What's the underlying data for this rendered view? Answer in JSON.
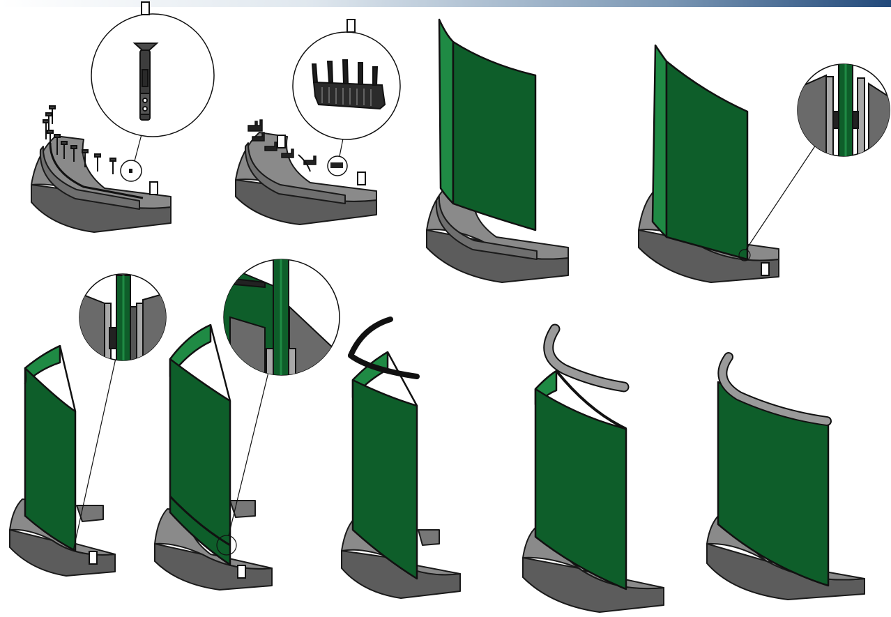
{
  "header": {
    "accent_gradient": [
      "#ffffff",
      "#dfe7ee",
      "#7b97b4",
      "#22497a"
    ]
  },
  "colors": {
    "panel_face": "#0e5e2a",
    "panel_inner": "#1f8a44",
    "panel_edge": "#111111",
    "base_top": "#8a8a8a",
    "base_side": "#5c5c5c",
    "base_edge": "#1a1a1a",
    "rail": "#777777",
    "cap_black": "#1d1d1d",
    "cap_gray": "#9a9a9a",
    "detail_bg": "#ffffff"
  },
  "steps": [
    {
      "name": "step-1-anchor-bolts",
      "detail_icon": "anchor-bolt-icon",
      "marker_count": 2
    },
    {
      "name": "step-2-setting-blocks",
      "detail_icon": "setting-block-icon",
      "marker_count": 3
    },
    {
      "name": "step-3-place-glass",
      "detail_icon": "",
      "marker_count": 0
    },
    {
      "name": "step-4-seat-glass",
      "detail_icon": "shoe-profile-detail-icon",
      "marker_count": 1
    },
    {
      "name": "step-5-wedge-one-side",
      "detail_icon": "shoe-profile-detail-icon",
      "marker_count": 1
    },
    {
      "name": "step-6-wedge-both-sides",
      "detail_icon": "shoe-profile-detail-icon",
      "marker_count": 1
    },
    {
      "name": "step-7-rubber-gasket",
      "detail_icon": "gasket-profile-icon",
      "marker_count": 0
    },
    {
      "name": "step-8-handrail-cap",
      "detail_icon": "handrail-icon",
      "marker_count": 0
    },
    {
      "name": "step-9-finished",
      "detail_icon": "handrail-icon",
      "marker_count": 0
    }
  ]
}
